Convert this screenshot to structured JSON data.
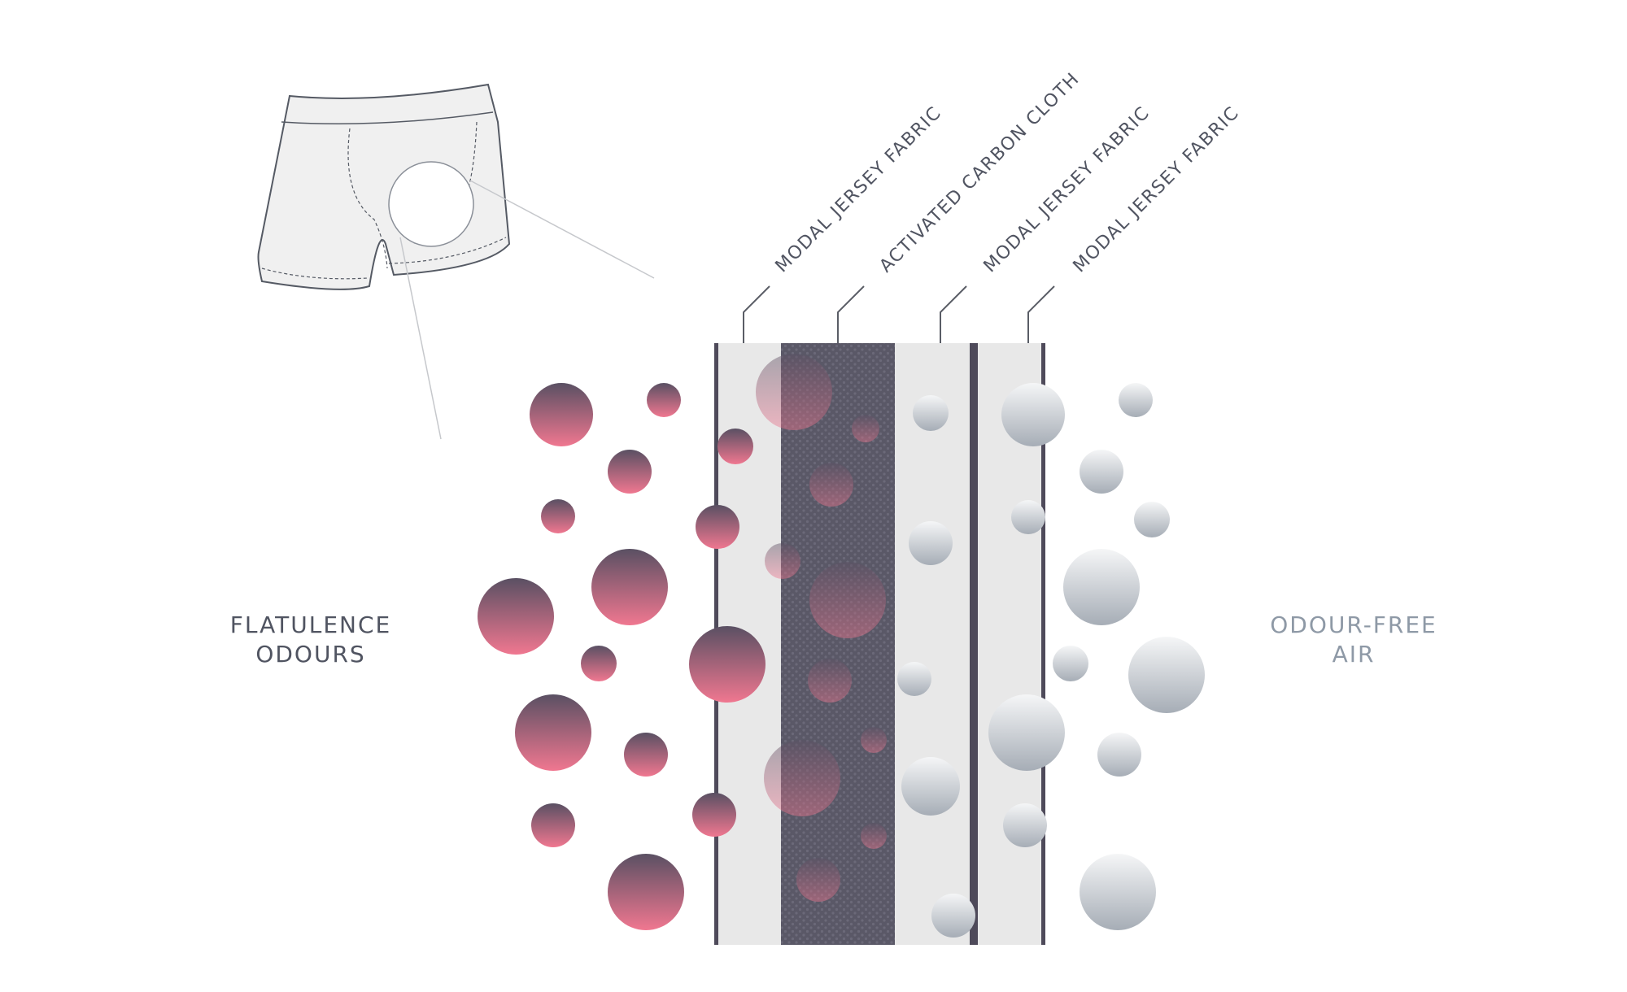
{
  "diagram": {
    "left_label": {
      "line1": "FLATULENCE",
      "line2": "ODOURS"
    },
    "right_label": {
      "line1": "ODOUR-FREE",
      "line2": "AIR"
    },
    "layers": [
      {
        "label": "MODAL JERSEY FABRIC"
      },
      {
        "label": "ACTIVATED CARBON CLOTH"
      },
      {
        "label": "MODAL JERSEY FABRIC"
      },
      {
        "label": "MODAL JERSEY FABRIC"
      }
    ],
    "colors": {
      "odour_top": "#5a5063",
      "odour_bottom": "#f07790",
      "clean_top": "#f4f5f6",
      "clean_bottom": "#a9afb7",
      "carbon": "#5a5867",
      "fabric": "#e8e8e8",
      "text_dark": "#505461",
      "text_light": "#8e99a6"
    },
    "icons": {
      "garment": "boxer-briefs-icon"
    }
  }
}
